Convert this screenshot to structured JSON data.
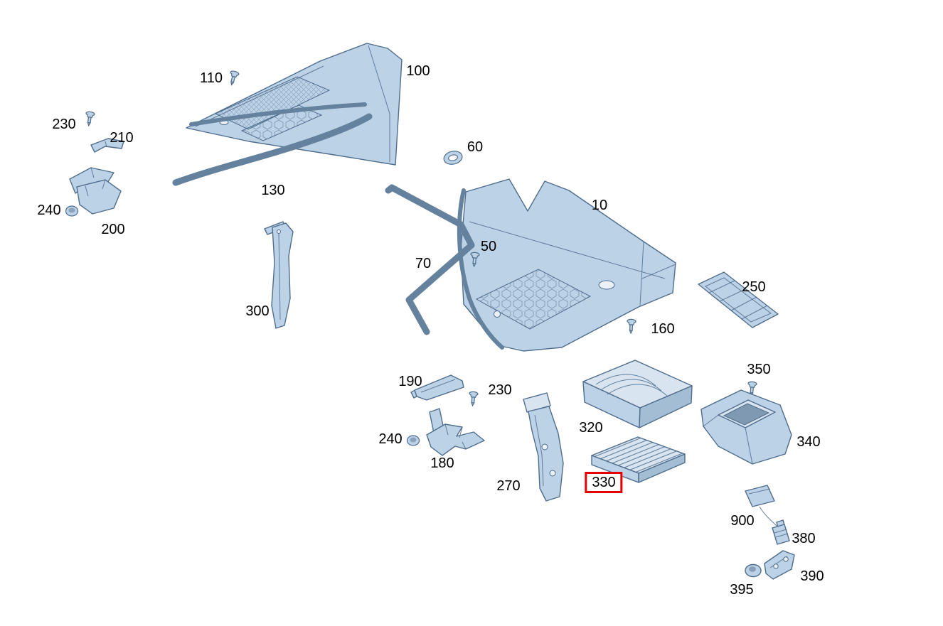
{
  "diagram": {
    "type": "exploded-parts-diagram",
    "background": "#ffffff",
    "colors": {
      "part_fill": "#bcd2e6",
      "part_fill_light": "#d8e5f1",
      "part_fill_dark": "#a3bdd5",
      "part_stroke": "#4f6d8c",
      "seal": "#64829d",
      "label_text": "#000000",
      "highlight": "#e60000"
    },
    "labels": [
      {
        "text": "110",
        "highlighted": false
      },
      {
        "text": "100",
        "highlighted": false
      },
      {
        "text": "230",
        "highlighted": false
      },
      {
        "text": "210",
        "highlighted": false
      },
      {
        "text": "60",
        "highlighted": false
      },
      {
        "text": "130",
        "highlighted": false
      },
      {
        "text": "240",
        "highlighted": false
      },
      {
        "text": "200",
        "highlighted": false
      },
      {
        "text": "10",
        "highlighted": false
      },
      {
        "text": "50",
        "highlighted": false
      },
      {
        "text": "70",
        "highlighted": false
      },
      {
        "text": "300",
        "highlighted": false
      },
      {
        "text": "250",
        "highlighted": false
      },
      {
        "text": "160",
        "highlighted": false
      },
      {
        "text": "350",
        "highlighted": false
      },
      {
        "text": "190",
        "highlighted": false
      },
      {
        "text": "230",
        "highlighted": false
      },
      {
        "text": "320",
        "highlighted": false
      },
      {
        "text": "340",
        "highlighted": false
      },
      {
        "text": "240",
        "highlighted": false
      },
      {
        "text": "180",
        "highlighted": false
      },
      {
        "text": "270",
        "highlighted": false
      },
      {
        "text": "330",
        "highlighted": true
      },
      {
        "text": "900",
        "highlighted": false
      },
      {
        "text": "380",
        "highlighted": false
      },
      {
        "text": "390",
        "highlighted": false
      },
      {
        "text": "395",
        "highlighted": false
      }
    ]
  }
}
